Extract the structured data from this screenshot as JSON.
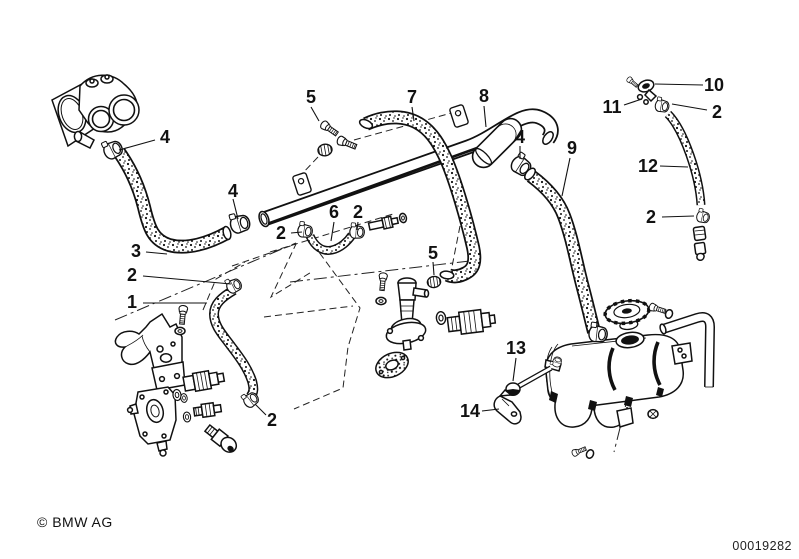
{
  "document": {
    "type": "parts-diagram",
    "brand_copyright": "© BMW AG",
    "document_number": "00019282"
  },
  "callouts": [
    {
      "id": "4a",
      "part": "4"
    },
    {
      "id": "4b",
      "part": "4"
    },
    {
      "id": "3",
      "part": "3"
    },
    {
      "id": "5a",
      "part": "5"
    },
    {
      "id": "7",
      "part": "7"
    },
    {
      "id": "8",
      "part": "8"
    },
    {
      "id": "4c",
      "part": "4"
    },
    {
      "id": "9",
      "part": "9"
    },
    {
      "id": "10",
      "part": "10"
    },
    {
      "id": "11",
      "part": "11"
    },
    {
      "id": "2a",
      "part": "2"
    },
    {
      "id": "12",
      "part": "12"
    },
    {
      "id": "2b",
      "part": "2"
    },
    {
      "id": "6",
      "part": "6"
    },
    {
      "id": "2c",
      "part": "2"
    },
    {
      "id": "2d",
      "part": "2"
    },
    {
      "id": "2e",
      "part": "2"
    },
    {
      "id": "1",
      "part": "1"
    },
    {
      "id": "2f",
      "part": "2"
    },
    {
      "id": "5b",
      "part": "5"
    },
    {
      "id": "13",
      "part": "13"
    },
    {
      "id": "14",
      "part": "14"
    }
  ]
}
